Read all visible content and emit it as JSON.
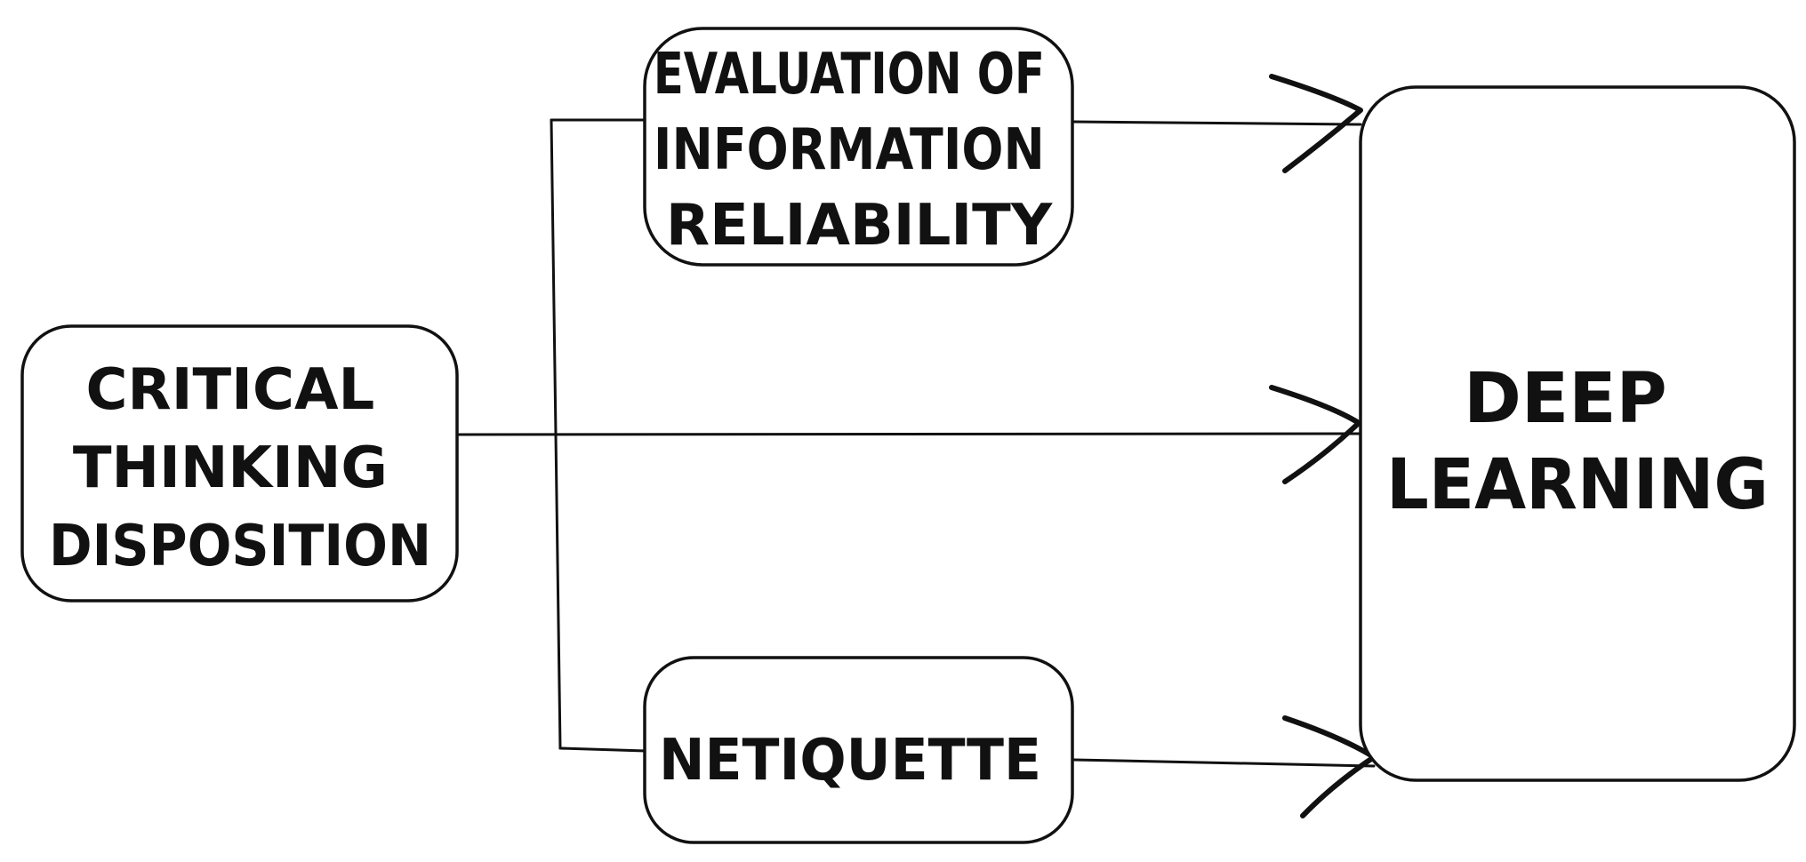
{
  "diagram": {
    "nodes": {
      "critical_thinking": {
        "lines": [
          "CRITICAL",
          "THINKING",
          "DISPOSITION"
        ]
      },
      "evaluation": {
        "lines": [
          "EVALUATION OF",
          "INFORMATION",
          "RELIABILITY"
        ]
      },
      "netiquette": {
        "lines": [
          "NETIQUETTE"
        ]
      },
      "deep_learning": {
        "lines": [
          "DEEP",
          "LEARNING"
        ]
      }
    },
    "edges": [
      {
        "from": "critical_thinking",
        "to": "evaluation",
        "arrow": false
      },
      {
        "from": "critical_thinking",
        "to": "netiquette",
        "arrow": false
      },
      {
        "from": "critical_thinking",
        "to": "deep_learning",
        "arrow": true
      },
      {
        "from": "evaluation",
        "to": "deep_learning",
        "arrow": true
      },
      {
        "from": "netiquette",
        "to": "deep_learning",
        "arrow": true
      }
    ],
    "colors": {
      "stroke": "#111111",
      "text": "#111111",
      "background": "#ffffff"
    }
  }
}
